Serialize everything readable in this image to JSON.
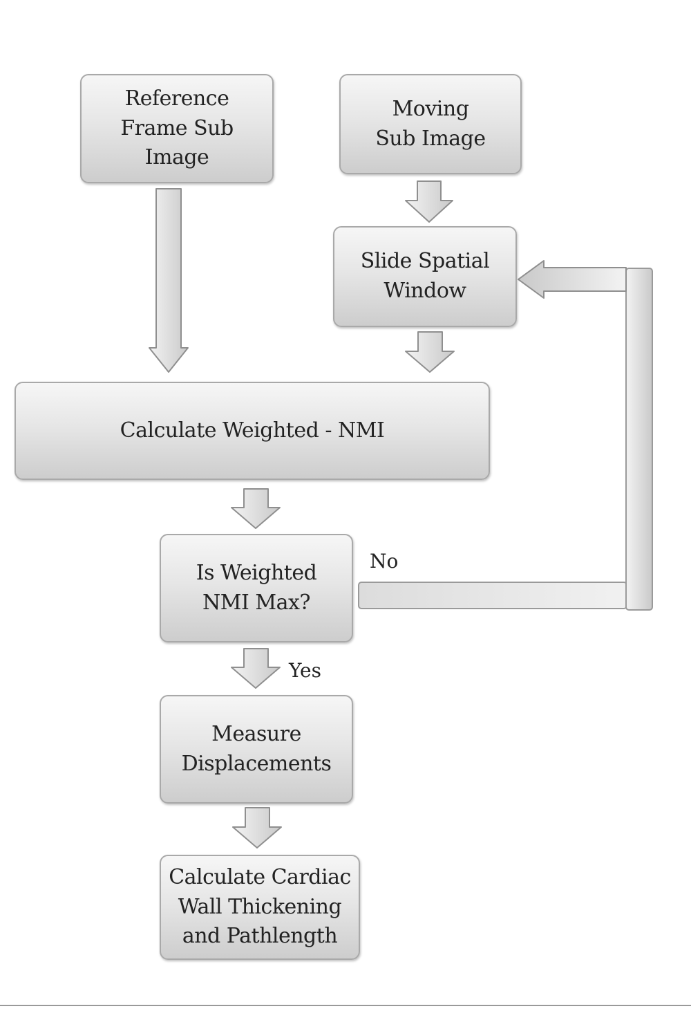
{
  "nodes": {
    "reference": "Reference\nFrame Sub\nImage",
    "moving": "Moving\nSub Image",
    "slide": "Slide Spatial\nWindow",
    "calc_nmi": "Calculate Weighted - NMI",
    "is_max": "Is Weighted\nNMI Max?",
    "measure": "Measure\nDisplacements",
    "calc_cardiac": "Calculate Cardiac\nWall Thickening\nand Pathlength"
  },
  "edge_labels": {
    "no": "No",
    "yes": "Yes"
  },
  "colors": {
    "box_border": "#a9a9a9",
    "arrow_stroke": "#8f8f8f",
    "text": "#222222"
  }
}
